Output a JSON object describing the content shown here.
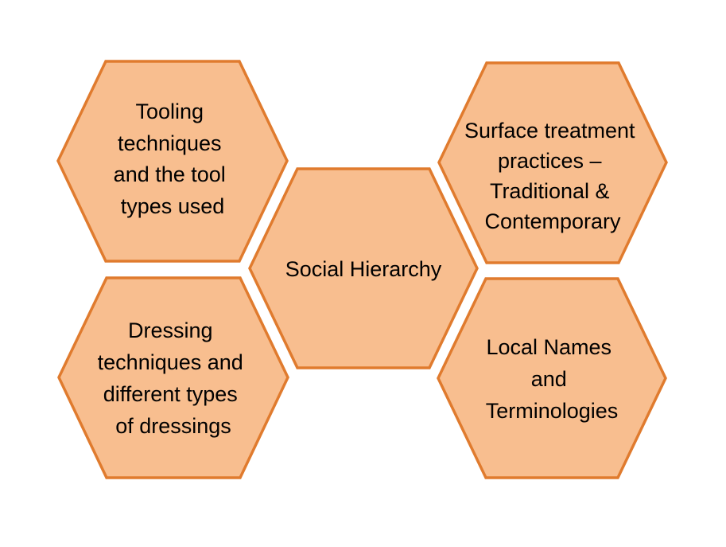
{
  "colors": {
    "hex_fill": "#f8be8f",
    "hex_stroke": "#e07b2e",
    "text": "#000000",
    "background": "#ffffff"
  },
  "nodes": [
    {
      "id": "tooling",
      "lines": [
        "Tooling",
        "techniques",
        "and the tool",
        "types used"
      ]
    },
    {
      "id": "social",
      "lines": [
        "Social Hierarchy"
      ]
    },
    {
      "id": "surface",
      "lines": [
        "Surface treatment",
        "practices –",
        "Traditional &",
        "Contemporary"
      ]
    },
    {
      "id": "dressing",
      "lines": [
        "Dressing",
        "techniques and",
        "different types",
        "of dressings"
      ]
    },
    {
      "id": "local",
      "lines": [
        "Local Names",
        "and",
        "Terminologies"
      ]
    }
  ]
}
